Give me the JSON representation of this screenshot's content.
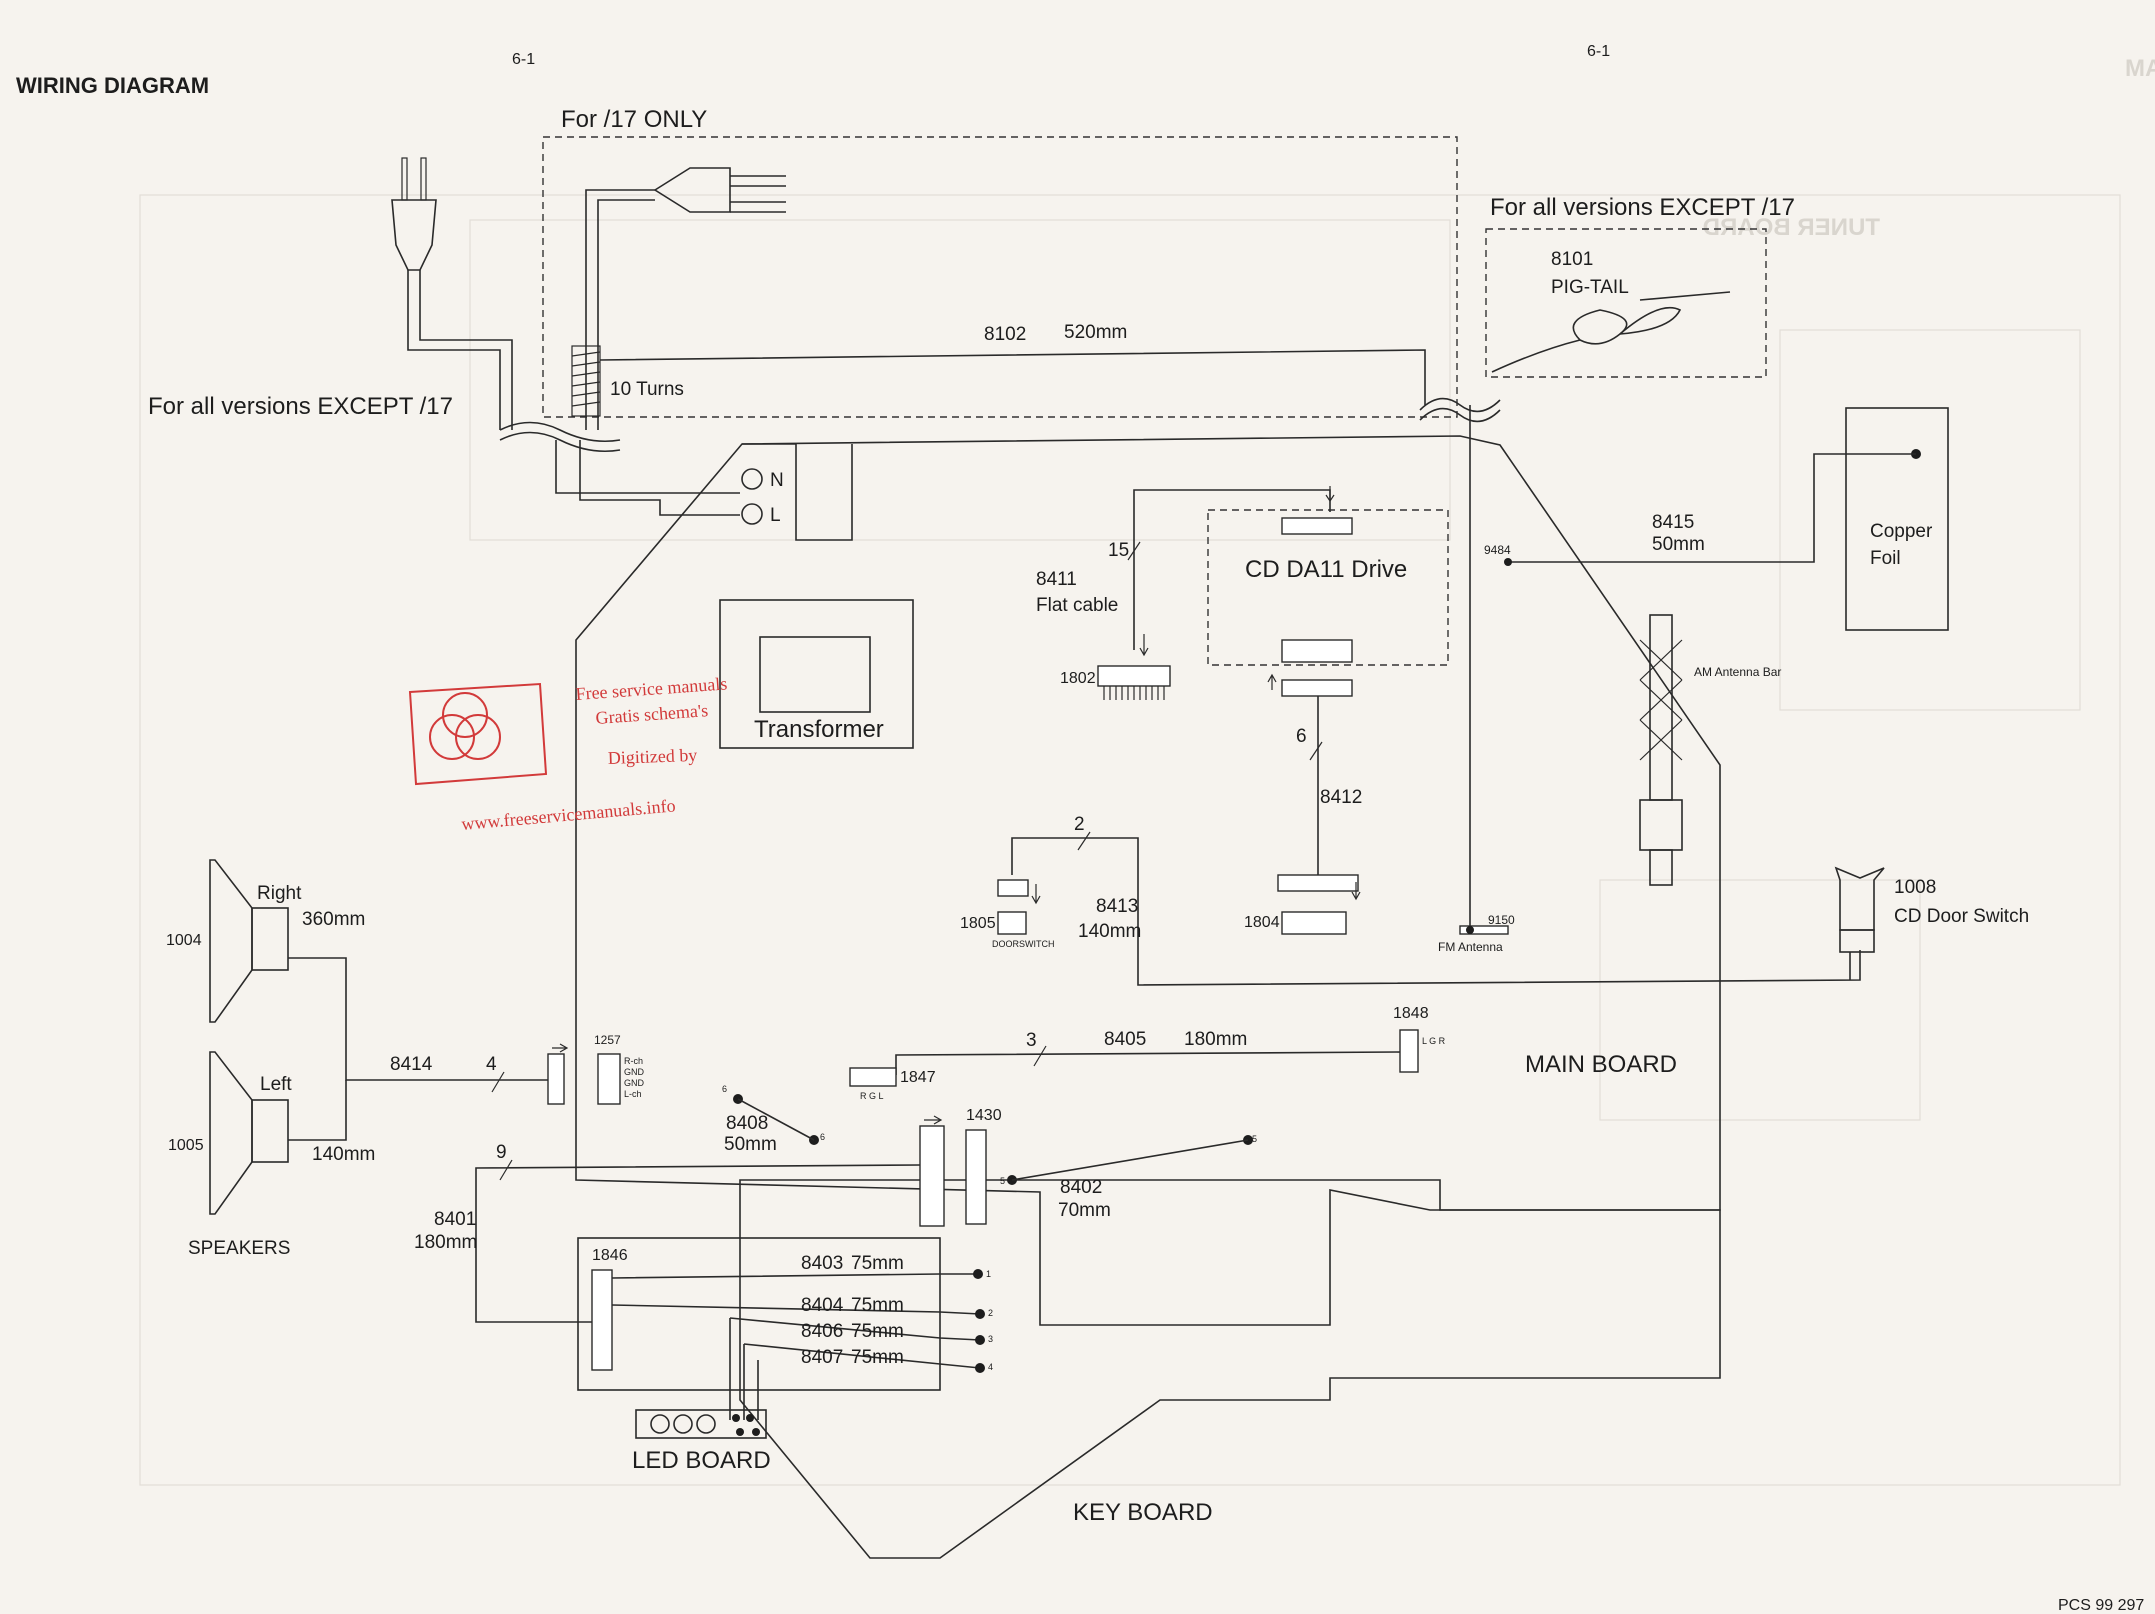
{
  "page": {
    "title": "WIRING DIAGRAM",
    "page_left": "6-1",
    "page_right": "6-1",
    "code": "PCS 99 297",
    "ghost_title": "MAIN BOARD (Tuner Part) - CIRCUIT DIAGRAM",
    "ghost_label": "TUNER BOARD"
  },
  "power": {
    "only17": "For /17 ONLY",
    "except17_left": "For all versions EXCEPT /17",
    "except17_right": "For all versions EXCEPT /17",
    "turns": "10 Turns",
    "n": "N",
    "l": "L"
  },
  "cables": {
    "c8102": "8102",
    "c8102_len": "520mm",
    "c8101": "8101",
    "c8101_name": "PIG-TAIL",
    "c8415": "8415",
    "c8415_len": "50mm",
    "c8411": "8411",
    "c8411_name": "Flat cable",
    "c8411_count": "15",
    "c8412": "8412",
    "c8412_count": "6",
    "c8413": "8413",
    "c8413_len": "140mm",
    "c8413_count": "2",
    "c8405": "8405",
    "c8405_len": "180mm",
    "c8405_count": "3",
    "c8414": "8414",
    "c8414_count": "4",
    "c8408": "8408",
    "c8408_len": "50mm",
    "c8402": "8402",
    "c8402_len": "70mm",
    "c8401": "8401",
    "c8401_len": "180mm",
    "c8401_count": "9",
    "c8403": "8403",
    "c8403_len": "75mm",
    "c8404": "8404",
    "c8404_len": "75mm",
    "c8406": "8406",
    "c8406_len": "75mm",
    "c8407": "8407",
    "c8407_len": "75mm"
  },
  "parts": {
    "copper": "Copper",
    "foil": "Foil",
    "cd_drive": "CD DA11 Drive",
    "transformer": "Transformer",
    "am_bar": "AM Antenna Bar",
    "fm_ant": "FM Antenna",
    "p9484": "9484",
    "p9150": "9150",
    "door_num": "1008",
    "door_name": "CD Door Switch",
    "main_board": "MAIN BOARD",
    "key_board": "KEY BOARD",
    "led_board": "LED BOARD",
    "speakers": "SPEAKERS",
    "right": "Right",
    "right_num": "1004",
    "right_len": "360mm",
    "left": "Left",
    "left_num": "1005",
    "left_len": "140mm"
  },
  "connectors": {
    "k1802": "1802",
    "k1804": "1804",
    "k1805": "1805",
    "doorswitch": "DOORSWITCH",
    "k1257": "1257",
    "k1257_pins": [
      "R-ch",
      "GND",
      "GND",
      "L-ch"
    ],
    "k1847": "1847",
    "k1847_pins": "R G L",
    "k1848": "1848",
    "k1848_pins": "L G R",
    "k1430": "1430",
    "k1846": "1846",
    "pin1": "1",
    "pin2": "2",
    "pin3": "3",
    "pin4": "4",
    "pin5": "5",
    "pin6": "6"
  },
  "stamp": {
    "line1": "Free service manuals",
    "line2": "Gratis schema's",
    "line3": "Digitized by",
    "url": "www.freeservicemanuals.info"
  }
}
